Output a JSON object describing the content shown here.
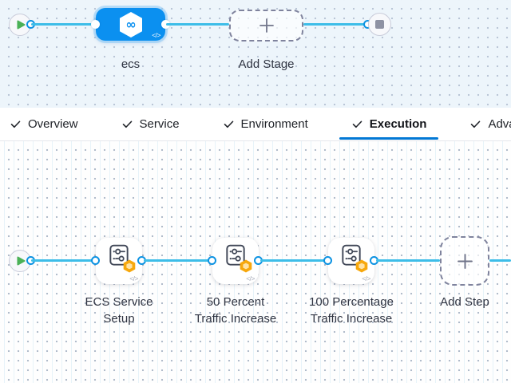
{
  "stage_canvas": {
    "stage_label": "ecs",
    "add_stage_label": "Add Stage",
    "code_glyph": "</>"
  },
  "tabs": [
    {
      "label": "Overview",
      "checked": true,
      "active": false
    },
    {
      "label": "Service",
      "checked": true,
      "active": false
    },
    {
      "label": "Environment",
      "checked": true,
      "active": false
    },
    {
      "label": "Execution",
      "checked": true,
      "active": true
    },
    {
      "label": "Advanced",
      "checked": true,
      "active": false
    }
  ],
  "execution_canvas": {
    "steps": [
      {
        "line1": "ECS Service",
        "line2": "Setup"
      },
      {
        "line1": "50 Percent",
        "line2": "Traffic Increase"
      },
      {
        "line1": "100 Percentage",
        "line2": "Traffic Increase"
      }
    ],
    "add_step_label": "Add Step",
    "code_glyph": "</>"
  },
  "icons": {
    "start_node": "play-icon",
    "end_node": "stop-icon",
    "stage_icon": "harness-hexagon-icon",
    "step_icon": "step-config-icon",
    "step_badge": "orange-hexagon-badge",
    "tab_check": "check-icon",
    "add": "plus-icon",
    "template": "code-template-icon"
  },
  "colors": {
    "stage_node_blue": "#0b90f0",
    "connector_line": "#3dbde8",
    "tab_underline_blue": "#0278d5",
    "badge_orange": "#f7a80d",
    "play_green": "#4bb157",
    "stage_canvas_bg": "#edf5fb",
    "exec_canvas_bg": "#fefefe"
  }
}
